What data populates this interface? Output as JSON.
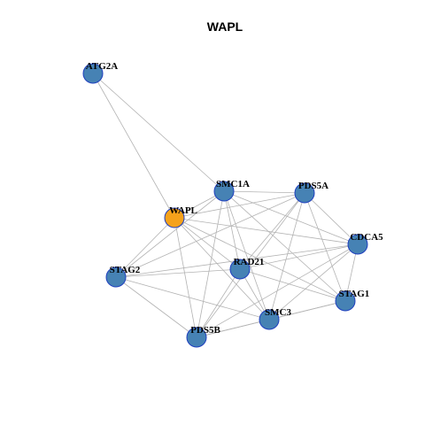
{
  "title": "WAPL",
  "colors": {
    "node_default": "#4682b4",
    "node_focus": "#f5a21b",
    "node_border": "#1f3fbf",
    "edge": "#b3b3b3"
  },
  "nodes": [
    {
      "id": "ATG2A",
      "label": "ATG2A",
      "focus": false
    },
    {
      "id": "SMC1A",
      "label": "SMC1A",
      "focus": false
    },
    {
      "id": "PDS5A",
      "label": "PDS5A",
      "focus": false
    },
    {
      "id": "WAPL",
      "label": "WAPL",
      "focus": true
    },
    {
      "id": "CDCA5",
      "label": "CDCA5",
      "focus": false
    },
    {
      "id": "RAD21",
      "label": "RAD21",
      "focus": false
    },
    {
      "id": "STAG2",
      "label": "STAG2",
      "focus": false
    },
    {
      "id": "STAG1",
      "label": "STAG1",
      "focus": false
    },
    {
      "id": "SMC3",
      "label": "SMC3",
      "focus": false
    },
    {
      "id": "PDS5B",
      "label": "PDS5B",
      "focus": false
    }
  ],
  "edges": [
    [
      "ATG2A",
      "SMC1A"
    ],
    [
      "ATG2A",
      "WAPL"
    ],
    [
      "WAPL",
      "SMC1A"
    ],
    [
      "WAPL",
      "PDS5A"
    ],
    [
      "WAPL",
      "CDCA5"
    ],
    [
      "WAPL",
      "RAD21"
    ],
    [
      "WAPL",
      "STAG2"
    ],
    [
      "WAPL",
      "STAG1"
    ],
    [
      "WAPL",
      "SMC3"
    ],
    [
      "WAPL",
      "PDS5B"
    ],
    [
      "SMC1A",
      "PDS5A"
    ],
    [
      "SMC1A",
      "CDCA5"
    ],
    [
      "SMC1A",
      "RAD21"
    ],
    [
      "SMC1A",
      "STAG2"
    ],
    [
      "SMC1A",
      "STAG1"
    ],
    [
      "SMC1A",
      "SMC3"
    ],
    [
      "SMC1A",
      "PDS5B"
    ],
    [
      "PDS5A",
      "CDCA5"
    ],
    [
      "PDS5A",
      "RAD21"
    ],
    [
      "PDS5A",
      "STAG2"
    ],
    [
      "PDS5A",
      "STAG1"
    ],
    [
      "PDS5A",
      "SMC3"
    ],
    [
      "PDS5A",
      "PDS5B"
    ],
    [
      "CDCA5",
      "RAD21"
    ],
    [
      "CDCA5",
      "STAG2"
    ],
    [
      "CDCA5",
      "STAG1"
    ],
    [
      "CDCA5",
      "SMC3"
    ],
    [
      "CDCA5",
      "PDS5B"
    ],
    [
      "RAD21",
      "STAG2"
    ],
    [
      "RAD21",
      "STAG1"
    ],
    [
      "RAD21",
      "SMC3"
    ],
    [
      "RAD21",
      "PDS5B"
    ],
    [
      "STAG2",
      "SMC3"
    ],
    [
      "STAG2",
      "PDS5B"
    ],
    [
      "STAG1",
      "SMC3"
    ],
    [
      "STAG1",
      "PDS5B"
    ],
    [
      "SMC3",
      "PDS5B"
    ]
  ]
}
